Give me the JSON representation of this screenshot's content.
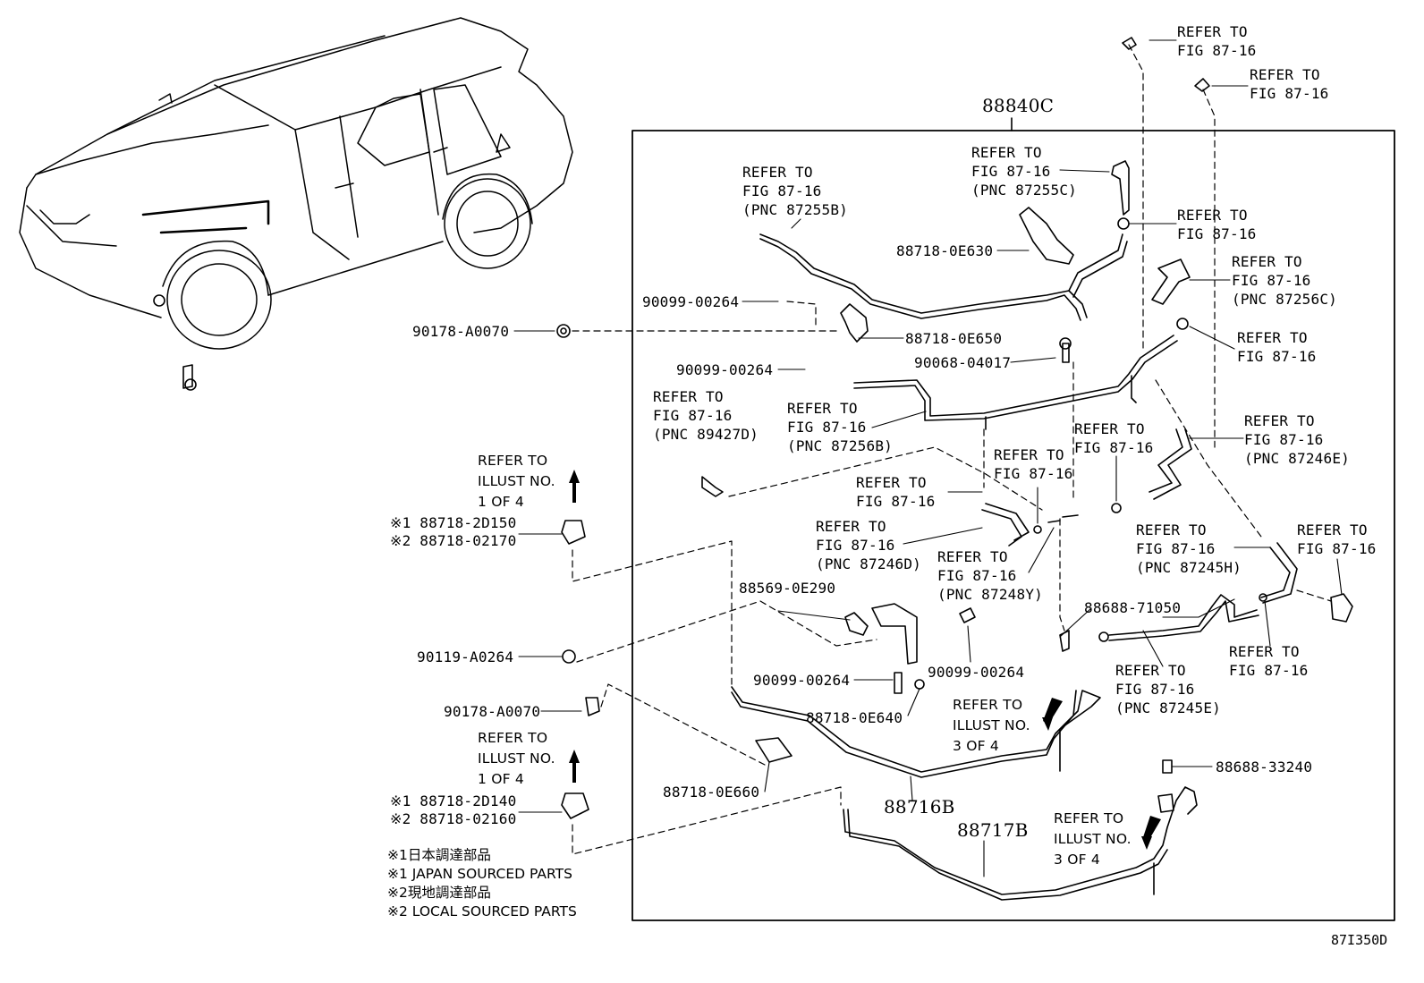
{
  "assembly": "88840C",
  "diagram_code": "87I350D",
  "parts": {
    "p_8871b_0E630": "88718-0E630",
    "p_90099_a": "90099-00264",
    "p_90178_a": "90178-A0070",
    "p_88718_0E650": "88718-0E650",
    "p_90099_b": "90099-00264",
    "p_90068": "90068-04017",
    "p_88569": "88569-0E290",
    "p_90119": "90119-A0264",
    "p_90099_c": "90099-00264",
    "p_90099_d": "90099-00264",
    "p_88718_0E640": "88718-0E640",
    "p_90178_b": "90178-A0070",
    "p_88718_0E660": "88718-0E660",
    "p_88688_71050": "88688-71050",
    "p_88688_33240": "88688-33240",
    "p_88716B": "88716B",
    "p_88717B": "88717B"
  },
  "variant_1": {
    "a1": "※1 88718-2D150",
    "a2": "※2 88718-02170",
    "b1": "※1 88718-2D140",
    "b2": "※2 88718-02160"
  },
  "refs": {
    "r_top1": "REFER TO\nFIG 87-16",
    "r_top2": "REFER TO\nFIG 87-16",
    "r_87255C": "REFER TO\nFIG 87-16\n(PNC 87255C)",
    "r_87255B": "REFER TO\nFIG 87-16\n(PNC 87255B)",
    "r_right1": "REFER TO\nFIG 87-16",
    "r_87256C": "REFER TO\nFIG 87-16\n(PNC 87256C)",
    "r_right2": "REFER TO\nFIG 87-16",
    "r_87256B": "REFER TO\nFIG 87-16\n(PNC 87256B)",
    "r_89427D": "REFER TO\nFIG 87-16\n(PNC 89427D)",
    "r_mid1": "REFER TO\nFIG 87-16",
    "r_87246E": "REFER TO\nFIG 87-16\n(PNC 87246E)",
    "r_mid2": "REFER TO\nFIG 87-16",
    "r_mid3": "REFER TO\nFIG 87-16",
    "r_87246D": "REFER TO\nFIG 87-16\n(PNC 87246D)",
    "r_87248Y": "REFER TO\nFIG 87-16\n(PNC 87248Y)",
    "r_87245H": "REFER TO\nFIG 87-16\n(PNC 87245H)",
    "r_far_right": "REFER TO\nFIG 87-16",
    "r_lower_right": "REFER TO\nFIG 87-16",
    "r_87245E": "REFER TO\nFIG 87-16\n(PNC 87245E)"
  },
  "illust": {
    "i1": "REFER TO\nILLUST NO.\n1 OF 4",
    "i2": "REFER TO\nILLUST NO.\n1 OF 4",
    "i3": "REFER TO\nILLUST NO.\n3 OF 4",
    "i4": "REFER TO\nILLUST NO.\n3 OF 4"
  },
  "legend": {
    "l1": "※1日本調達部品",
    "l2": "※1 JAPAN SOURCED PARTS",
    "l3": "※2現地調達部品",
    "l4": "※2 LOCAL SOURCED PARTS"
  }
}
